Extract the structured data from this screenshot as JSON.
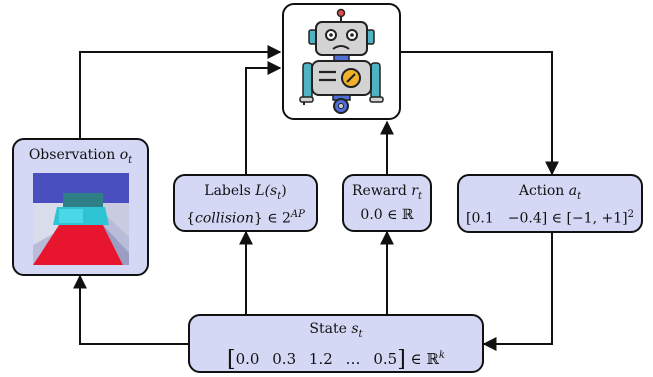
{
  "observation": {
    "title": "Observation",
    "var": "o",
    "sub": "t"
  },
  "labels": {
    "title": "Labels",
    "expr": "L(s",
    "expr_sub": "t",
    "expr_close": ")",
    "set_open": "{",
    "set_item": "collision",
    "set_close": "} ∈ 2",
    "set_sup": "AP"
  },
  "reward": {
    "title": "Reward",
    "var": "r",
    "sub": "t",
    "value": "0.0 ∈ ℝ"
  },
  "action": {
    "title": "Action",
    "var": "a",
    "sub": "t",
    "vec_open": "[",
    "vec_values": [
      "0.1",
      "−0.4"
    ],
    "vec_close": "]",
    "range": " ∈ [−1, +1]",
    "range_sup": "2"
  },
  "state": {
    "title": "State",
    "var": "s",
    "sub": "t",
    "vec_open": "[",
    "vec_values": [
      "0.0",
      "0.3",
      "1.2",
      "…",
      "0.5"
    ],
    "vec_close": "]",
    "space": " ∈ ℝ",
    "space_sup": "k"
  },
  "colors": {
    "box_fill": "#d4d8f5",
    "box_stroke": "#111111",
    "robot_body": "#d3d3d3",
    "robot_accent": "#4f6ed6",
    "robot_gauge": "#f2b12a",
    "robot_antenna": "#e04b4b",
    "robot_ear": "#4fb3c4"
  },
  "icons": [
    "robot-agent-icon",
    "observation-camera-image"
  ]
}
